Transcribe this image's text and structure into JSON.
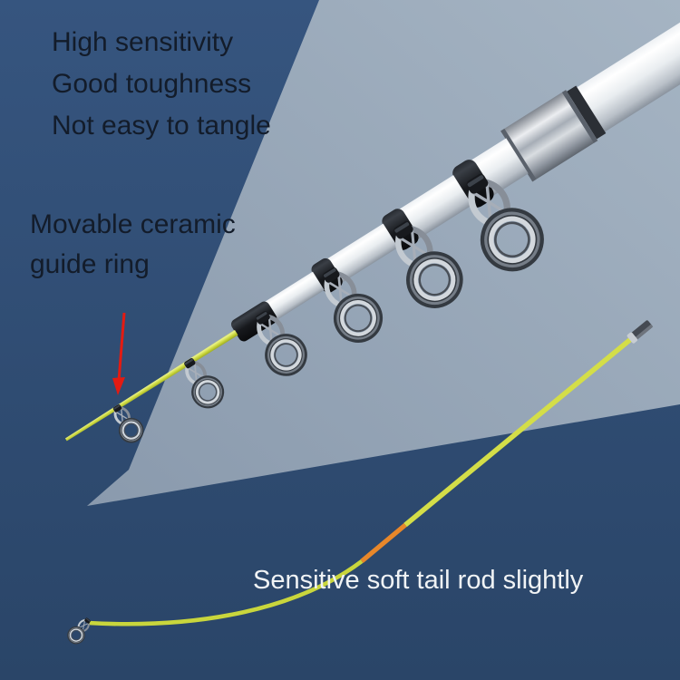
{
  "colors": {
    "background_dark": "#30507a",
    "background_light": "#98a8ba",
    "pointer_red": "#e31b12",
    "rod_tip_yellow": "#ccd83e",
    "rod_tip_orange": "#e8872a"
  },
  "annotations": {
    "features": {
      "lines": [
        "High sensitivity",
        "Good toughness",
        "Not easy to tangle"
      ]
    },
    "movable_guide": {
      "lines": [
        "Movable ceramic",
        "guide ring"
      ]
    },
    "tail": {
      "text": "Sensitive soft tail rod slightly"
    }
  }
}
